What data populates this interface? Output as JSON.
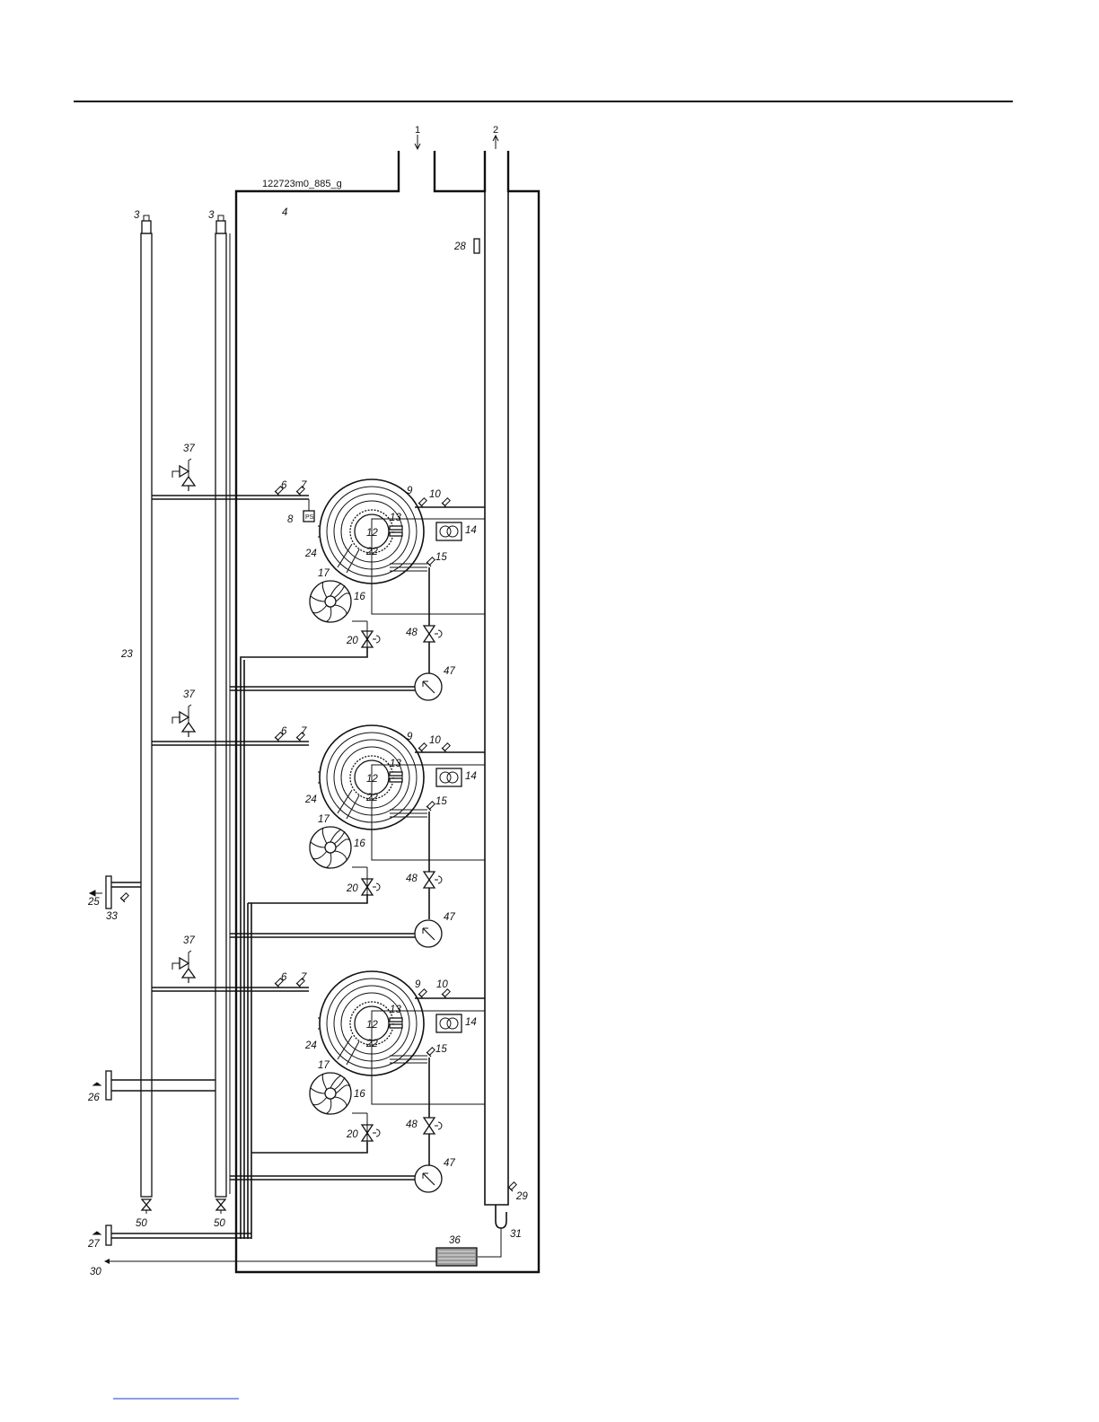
{
  "drawing_code": "122723m0_885_g",
  "labels": {
    "inlet": "1",
    "outlet": "2",
    "air_vent": "3",
    "cabinet": "4",
    "sensor_6": "6",
    "sensor_7": "7",
    "pressure_switch": "8",
    "pressure_switch_symbol": "PS",
    "sensor_9": "9",
    "sensor_10": "10",
    "burner": "12",
    "electrode": "13",
    "transformer": "14",
    "sensor_15": "15",
    "fan": "16",
    "venturi": "17",
    "gas_valve": "20",
    "flame_sight": "22",
    "header_pipe": "23",
    "combustion_chamber": "24",
    "conn_25": "25",
    "conn_26": "26",
    "conn_27": "27",
    "sensor_28": "28",
    "sensor_29": "29",
    "drain_30": "30",
    "siphon": "31",
    "sensor_33": "33",
    "neutralizer": "36",
    "safety_valve": "37",
    "gauge": "47",
    "valve_48": "48",
    "drain_valve": "50"
  },
  "colors": {
    "line": "#111111",
    "background": "#ffffff",
    "neutralizer_fill": "#999999",
    "footer_link": "#1a3cc8"
  }
}
